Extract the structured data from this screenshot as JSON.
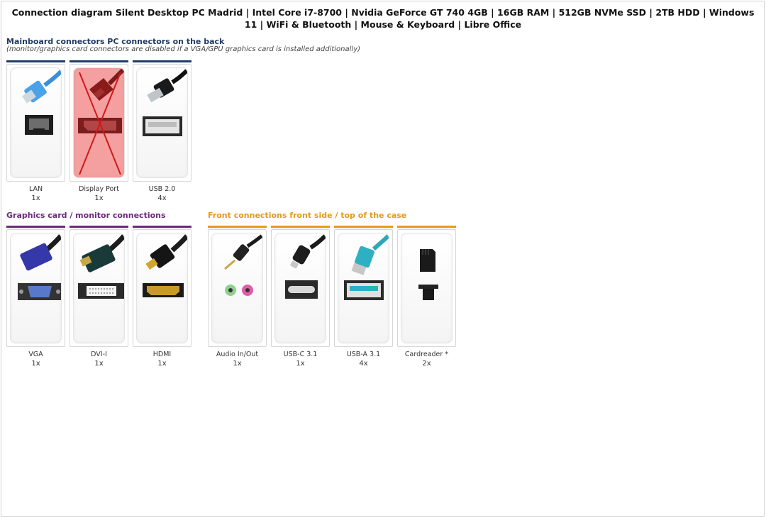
{
  "title": "Connection diagram Silent Desktop PC Madrid | Intel Core i7-8700 | Nvidia GeForce GT 740 4GB | 16GB RAM | 512GB NVMe SSD | 2TB HDD | Windows 11 | WiFi & Bluetooth | Mouse & Keyboard | Libre Office",
  "colors": {
    "mainboard": "#1f3b66",
    "graphics": "#6b2a7a",
    "front": "#e59a1e",
    "disabled": "#f4a0a0",
    "cross": "#d01818"
  },
  "sections": {
    "mainboard": {
      "heading": "Mainboard connectors PC connectors on the back",
      "note": "(monitor/graphics card connectors are disabled if a VGA/GPU graphics card is installed additionally)",
      "items": [
        {
          "label": "LAN",
          "count": "1x",
          "icon": "ethernet-icon"
        },
        {
          "label": "Display Port",
          "count": "1x",
          "icon": "displayport-icon",
          "disabled": true
        },
        {
          "label": "USB 2.0",
          "count": "4x",
          "icon": "usb-a-icon"
        }
      ]
    },
    "graphics": {
      "heading": "Graphics card / monitor connections",
      "items": [
        {
          "label": "VGA",
          "count": "1x",
          "icon": "vga-icon"
        },
        {
          "label": "DVI-I",
          "count": "1x",
          "icon": "dvi-icon"
        },
        {
          "label": "HDMI",
          "count": "1x",
          "icon": "hdmi-icon"
        }
      ]
    },
    "front": {
      "heading": "Front connections front side / top of the case",
      "items": [
        {
          "label": "Audio In/Out",
          "count": "1x",
          "icon": "audio-jack-icon"
        },
        {
          "label": "USB-C 3.1",
          "count": "1x",
          "icon": "usb-c-icon"
        },
        {
          "label": "USB-A 3.1",
          "count": "4x",
          "icon": "usb-a-3-icon"
        },
        {
          "label": "Cardreader *",
          "count": "2x",
          "icon": "sd-card-icon"
        }
      ]
    }
  }
}
